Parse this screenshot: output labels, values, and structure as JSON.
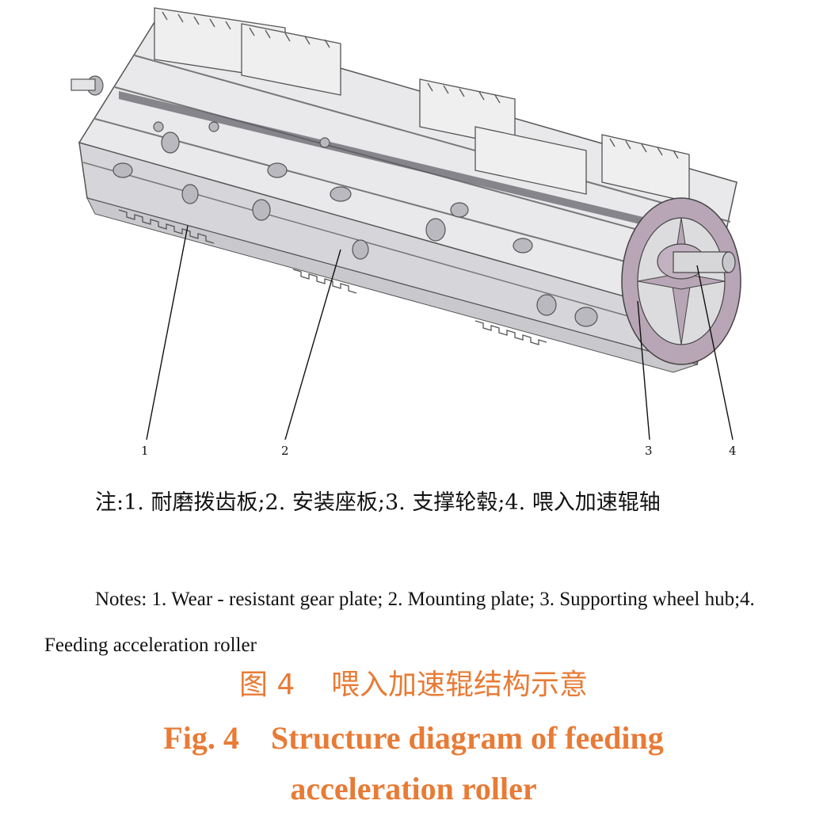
{
  "figure": {
    "callouts": [
      "1",
      "2",
      "3",
      "4"
    ]
  },
  "notes": {
    "zh": "注:1. 耐磨拨齿板;2. 安装座板;3. 支撑轮毂;4. 喂入加速辊轴",
    "en": "Notes: 1. Wear - resistant gear plate; 2. Mounting plate; 3. Supporting wheel hub;4. Feeding acceleration roller"
  },
  "caption": {
    "zh": "图 4    喂入加速辊结构示意",
    "en_line1": "Fig. 4    Structure diagram of feeding",
    "en_line2": "acceleration roller"
  },
  "colors": {
    "caption": "#e87b36",
    "hub": "#b8a6b6",
    "metal": "#d9d9dc"
  }
}
